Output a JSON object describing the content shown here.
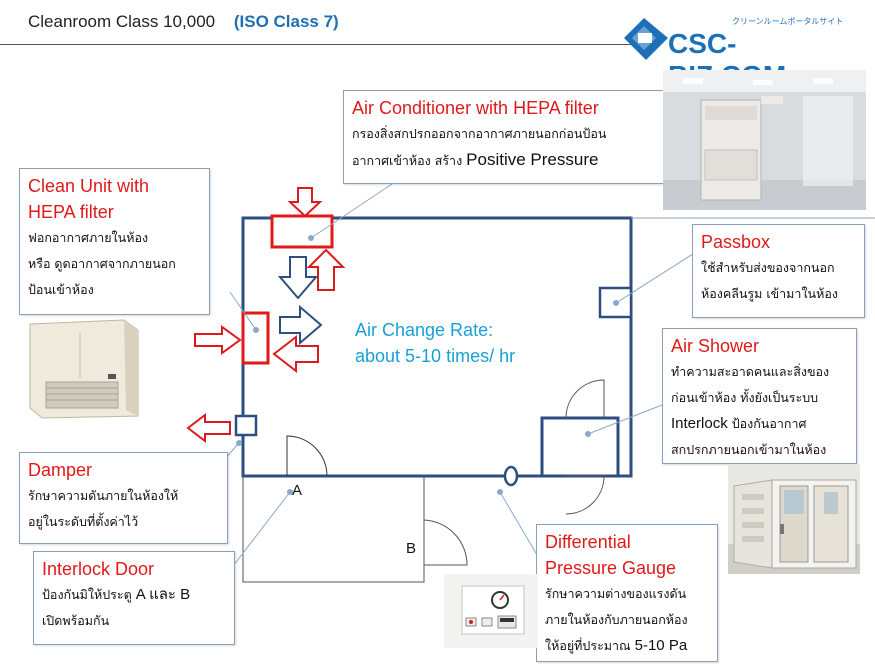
{
  "title": {
    "main": "Cleanroom Class 10,000",
    "iso": "(ISO Class 7)"
  },
  "logo": {
    "text": "CSC-BIZ.COM",
    "subtext": "クリーンルームポータルサイト"
  },
  "air_change": {
    "line1": "Air Change Rate:",
    "line2": "about  5-10 times/ hr"
  },
  "doors": {
    "a": "A",
    "b": "B"
  },
  "callouts": {
    "air_conditioner": {
      "title": "Air Conditioner with HEPA filter",
      "line1": "กรองสิ่งสกปรกออกจากอากาศภายนอกก่อนป้อน",
      "line2": "อากาศเข้าห้อง สร้าง",
      "line2_big": "Positive Pressure"
    },
    "clean_unit": {
      "title1": "Clean Unit with",
      "title2": "HEPA filter",
      "line1": "ฟอกอากาศภายในห้อง",
      "line2": "หรือ ดูดอากาศจากภายนอก",
      "line3": "ป้อนเข้าห้อง"
    },
    "passbox": {
      "title": "Passbox",
      "line1": "ใช้สำหรับส่งของจากนอก",
      "line2": "ห้องคลีนรูม เข้ามาในห้อง"
    },
    "air_shower": {
      "title": "Air Shower",
      "line1": "ทำความสะอาดคนและสิ่งของ",
      "line2": "ก่อนเข้าห้อง ทั้งยังเป็นระบบ",
      "line3_big": "Interlock",
      "line3": "ป้องกันอากาศ",
      "line4": "สกปรกภายนอกเข้ามาในห้อง"
    },
    "damper": {
      "title": "Damper",
      "line1": "รักษาความดันภายในห้องให้",
      "line2": "อยู่ในระดับที่ตั้งค่าไว้"
    },
    "interlock_door": {
      "title": "Interlock Door",
      "line1": "ป้องกันมิให้ประตู",
      "line1_big": "A และ B",
      "line2": "เปิดพร้อมกัน"
    },
    "diff_gauge": {
      "title1": "Differential",
      "title2": "Pressure Gauge",
      "line1": "รักษาความต่างของแรงดัน",
      "line2": "ภายในห้องกับภายนอกห้อง",
      "line3": "ให้อยู่ที่ประมาณ",
      "line3_big": "5-10 Pa"
    }
  },
  "colors": {
    "accent_red": "#e01a1a",
    "room_line": "#2d4e80",
    "arrow_blue": "#2d4e80",
    "air_text": "#1aa0d8"
  }
}
